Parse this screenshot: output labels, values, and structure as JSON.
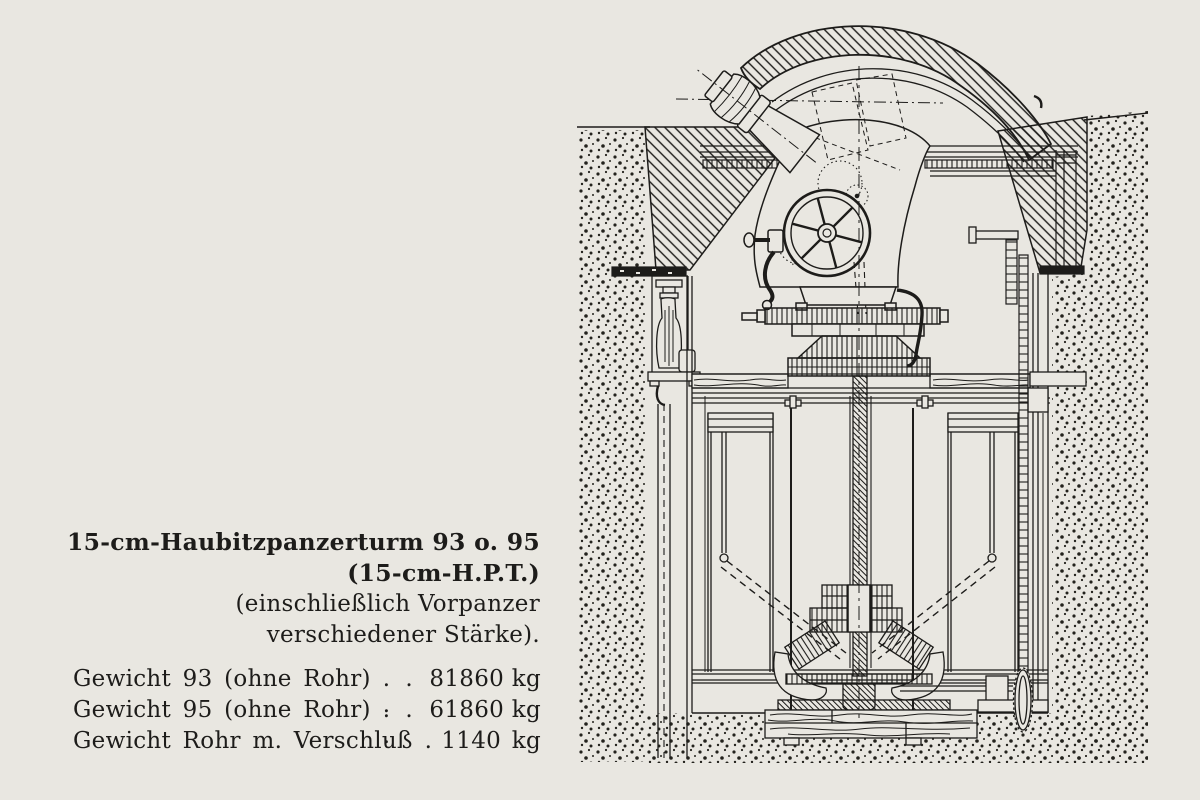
{
  "page": {
    "background": "#e9e7e1",
    "ink": "#1d1c1a",
    "stipple": "#23221d"
  },
  "caption": {
    "line1": "15-cm-Haubitzpanzerturm 93 o. 95",
    "line2": "(15-cm-H.P.T.)",
    "line3": "(einschließlich Vorpanzer",
    "line4": "verschiedener Stärke)."
  },
  "weights": {
    "rows": [
      {
        "label": "Gewicht 93 (ohne Rohr)",
        "dots": ". . .",
        "value": "81860",
        "unit": "kg"
      },
      {
        "label": "Gewicht 95 (ohne Rohr)",
        "dots": ". . .",
        "value": "61860",
        "unit": "kg"
      },
      {
        "label": "Gewicht Rohr m. Verschluß",
        "dots": ".",
        "value": "1140",
        "unit": "kg"
      }
    ]
  }
}
